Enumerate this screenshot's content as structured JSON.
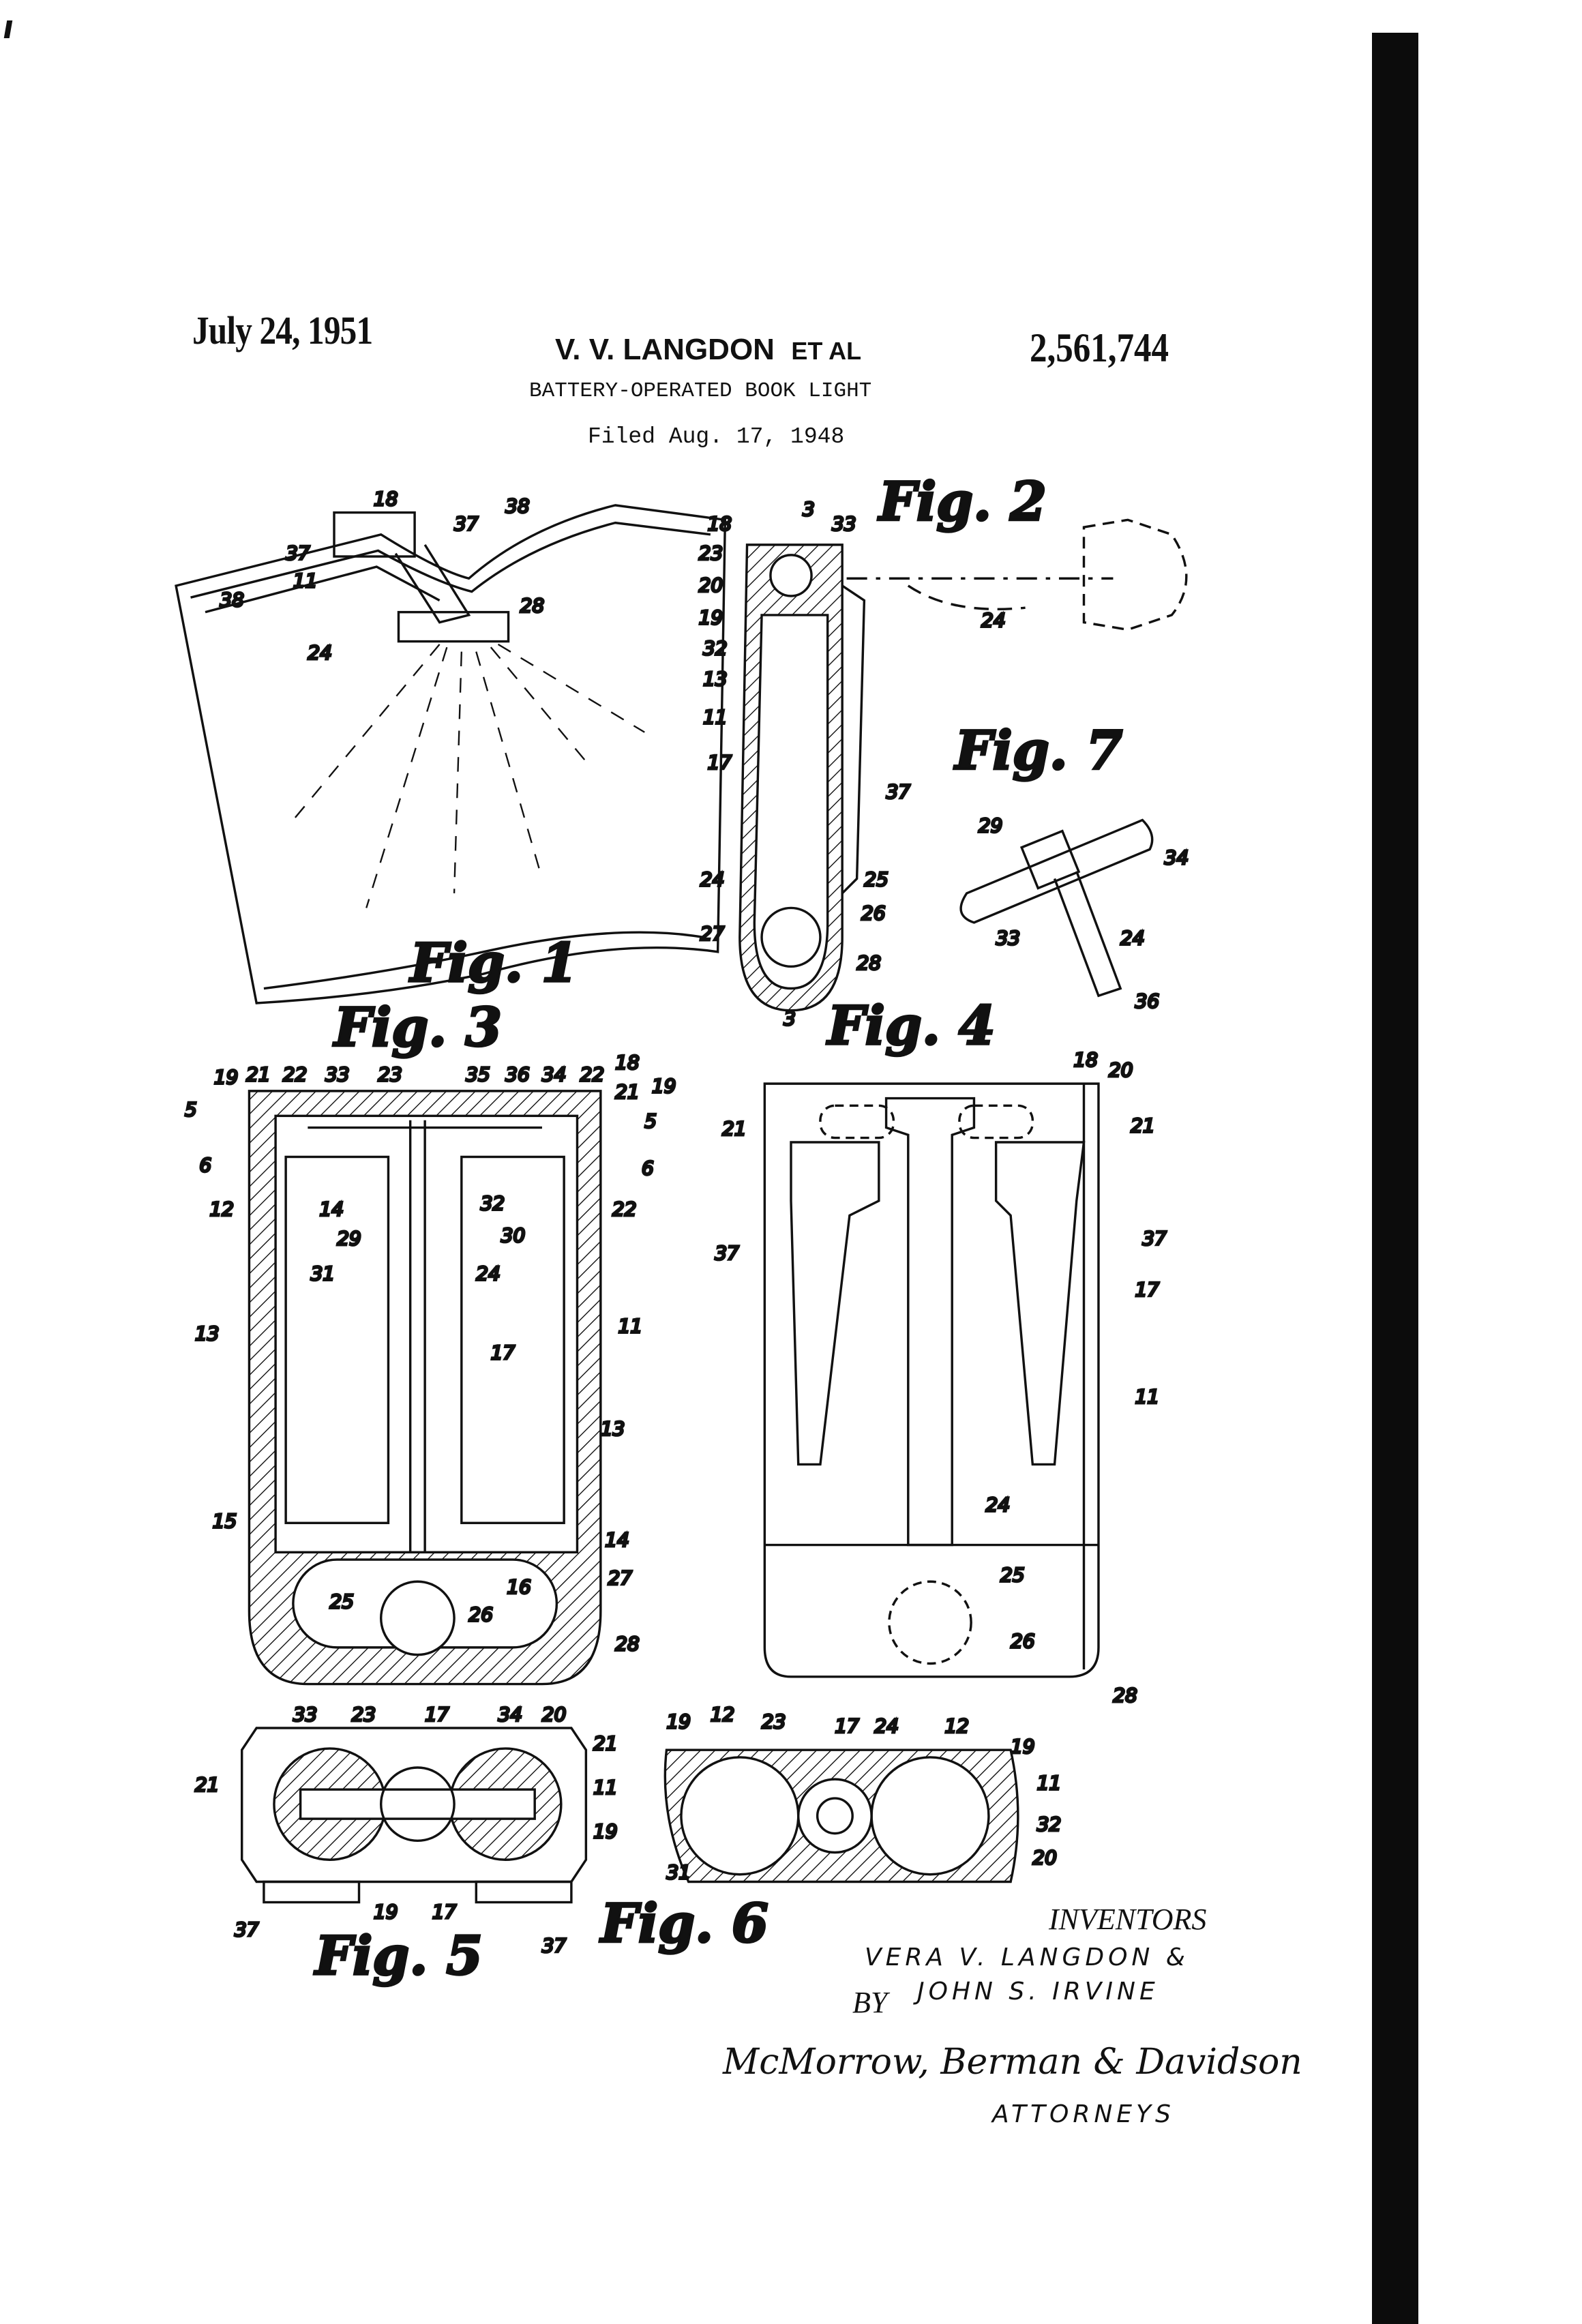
{
  "header": {
    "date": "July 24, 1951",
    "inventor_short": "V. V. LANGDON",
    "et_al": "ET AL",
    "patent_number": "2,561,744",
    "title": "BATTERY-OPERATED BOOK LIGHT",
    "filed": "Filed Aug. 17, 1948"
  },
  "figures": {
    "fig1": {
      "label": "Fig. 1",
      "numerals": [
        "18",
        "37",
        "38",
        "37",
        "11",
        "38",
        "24",
        "28"
      ]
    },
    "fig2": {
      "label": "Fig. 2",
      "numerals": [
        "18",
        "3",
        "33",
        "23",
        "20",
        "19",
        "32",
        "13",
        "11",
        "17",
        "37",
        "24",
        "25",
        "27",
        "26",
        "28",
        "3",
        "24"
      ]
    },
    "fig7": {
      "label": "Fig. 7",
      "numerals": [
        "29",
        "34",
        "33",
        "24",
        "36"
      ]
    },
    "fig3": {
      "label": "Fig. 3",
      "numerals": [
        "21",
        "22",
        "33",
        "23",
        "35",
        "36",
        "34",
        "22",
        "18",
        "19",
        "21",
        "19",
        "5",
        "6",
        "5",
        "6",
        "12",
        "14",
        "29",
        "31",
        "32",
        "30",
        "22",
        "24",
        "13",
        "17",
        "11",
        "13",
        "15",
        "14",
        "25",
        "26",
        "16",
        "27",
        "28"
      ]
    },
    "fig4": {
      "label": "Fig. 4",
      "numerals": [
        "18",
        "20",
        "21",
        "21",
        "37",
        "37",
        "17",
        "11",
        "24",
        "25",
        "26",
        "28"
      ]
    },
    "fig5": {
      "label": "Fig. 5",
      "numerals": [
        "33",
        "23",
        "17",
        "34",
        "20",
        "21",
        "21",
        "11",
        "19",
        "37",
        "19",
        "17",
        "37"
      ]
    },
    "fig6": {
      "label": "Fig. 6",
      "numerals": [
        "19",
        "12",
        "23",
        "17",
        "24",
        "12",
        "19",
        "11",
        "32",
        "31",
        "20"
      ]
    }
  },
  "inventors": {
    "heading": "INVENTORS",
    "name1": "VERA V. LANGDON &",
    "name2": "JOHN S. IRVINE",
    "by": "BY"
  },
  "attorneys": {
    "signature": "McMorrow, Berman & Davidson",
    "label": "ATTORNEYS"
  }
}
